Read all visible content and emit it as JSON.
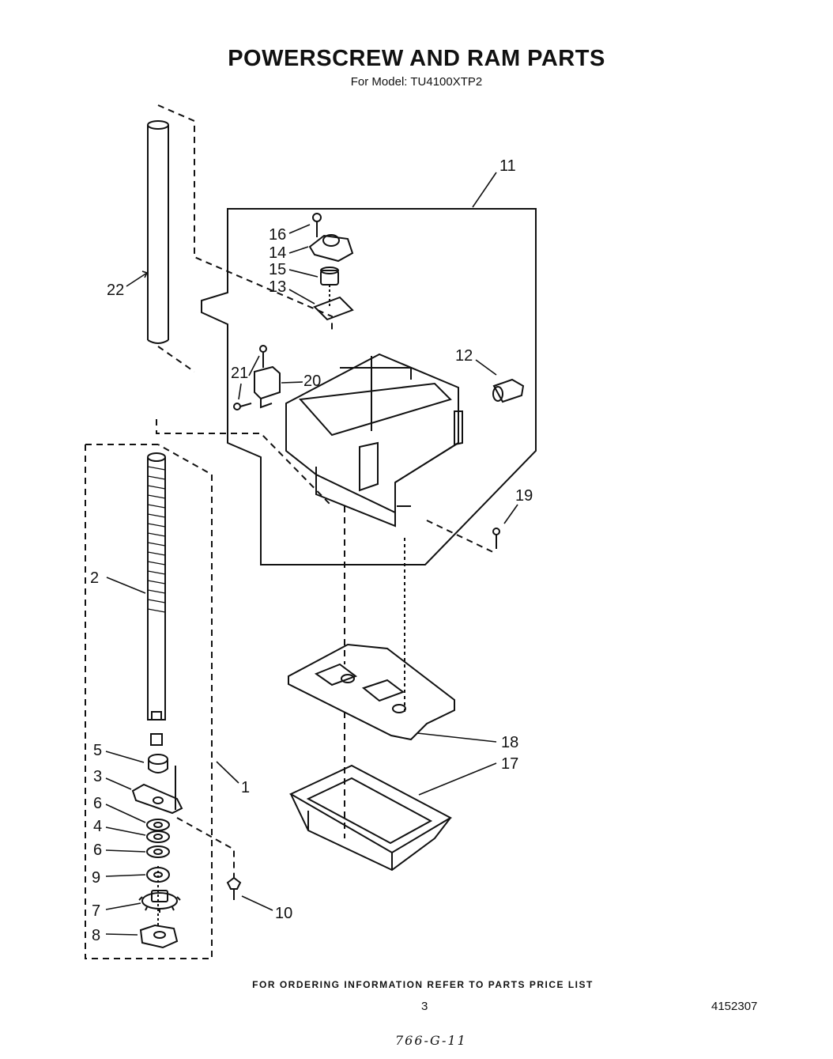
{
  "title": "POWERSCREW AND RAM PARTS",
  "subtitle": "For Model: TU4100XTP2",
  "footer_note": "FOR ORDERING INFORMATION REFER TO PARTS PRICE LIST",
  "page_number": "3",
  "document_number": "4152307",
  "handwritten_note": "766-G-11",
  "callouts": [
    "1",
    "2",
    "3",
    "4",
    "5",
    "6",
    "6",
    "7",
    "8",
    "9",
    "10",
    "11",
    "12",
    "13",
    "14",
    "15",
    "16",
    "17",
    "18",
    "19",
    "20",
    "21",
    "22"
  ]
}
